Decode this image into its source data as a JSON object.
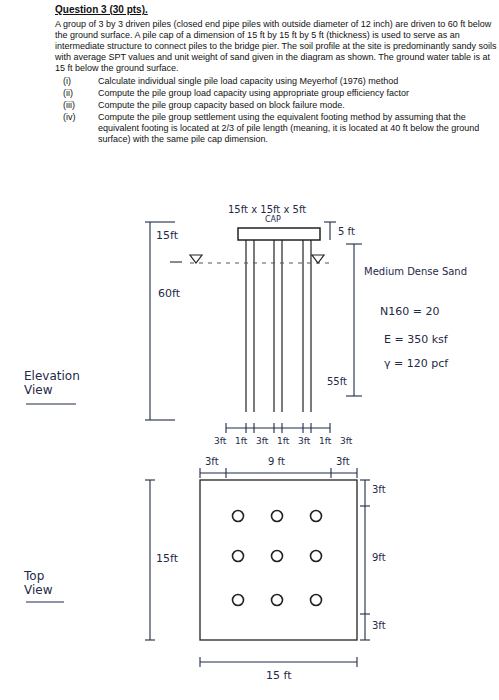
{
  "diagram": {
    "title": "Question 3 (30 pts).",
    "labels": [
      "A group of 3 by 3 driven piles (closed end pipe piles with outside diameter of 12 inch) are driven to 60 ft below the ground surface. A pile cap of a dimension of 15 ft by 15 ft by 5 ft (thickness) is used to serve as an intermediate structure to connect piles to the bridge pier. The soil profile at the site is predominantly sandy soils with average SPT values and unit weight of sand given in the diagram as shown. The ground water table is at 15 ft below the ground surface.",
      "(i)",
      "Calculate individual single pile load capacity using Meyerhof (1976) method",
      "(ii)",
      "Compute the pile group load capacity using appropriate group efficiency factor",
      "(iii)",
      "Compute the pile group capacity based on block failure mode.",
      "(iv)",
      "Compute the pile group settlement using the equivalent footing method by assuming that the equivalent footing is located at 2/3 of pile length (meaning, it is located at 40 ft below the ground surface) with the same pile cap dimension.",
      "15ft x 15ft x 5ft",
      "CAP",
      "5 ft",
      "15ft",
      "60ft",
      "Elevation View",
      "Medium Dense Sand",
      "N160 = 20",
      "55ft",
      "E = 350 ksf",
      "γ = 120 pcf",
      "3ft",
      "1ft",
      "3ft",
      "1ft",
      "3ft",
      "1ft",
      "3ft",
      "3ft",
      "9 ft",
      "3ft",
      "3ft",
      "9ft",
      "3ft",
      "15ft",
      "15 ft",
      "Top View"
    ]
  }
}
